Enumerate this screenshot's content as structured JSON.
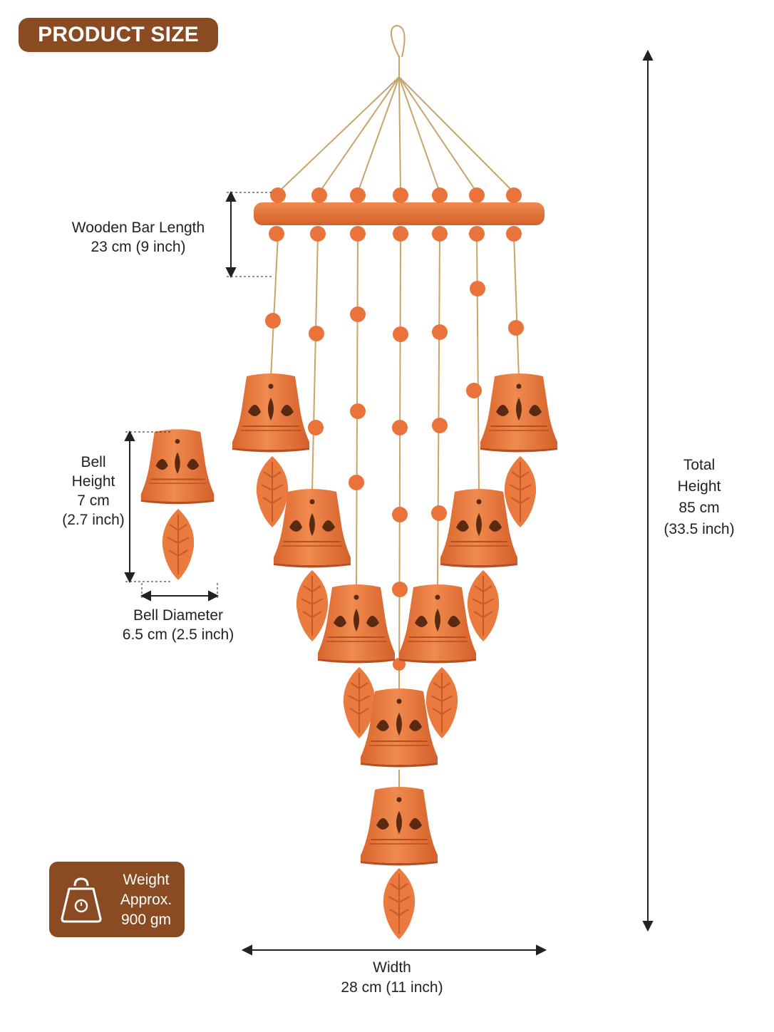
{
  "header": {
    "badge": "PRODUCT SIZE"
  },
  "dimensions": {
    "wooden_bar": {
      "line1": "Wooden Bar Length",
      "line2": "23 cm (9 inch)"
    },
    "bell_height": {
      "line1": "Bell",
      "line2": "Height",
      "line3": "7 cm",
      "line4": "(2.7 inch)"
    },
    "bell_diameter": {
      "line1": "Bell Diameter",
      "line2": "6.5 cm (2.5 inch)"
    },
    "total_height": {
      "line1": "Total",
      "line2": "Height",
      "line3": "85 cm",
      "line4": "(33.5 inch)"
    },
    "width": {
      "line1": "Width",
      "line2": "28 cm (11 inch)"
    }
  },
  "weight": {
    "line1": "Weight",
    "line2": "Approx.",
    "line3": "900 gm",
    "icon": "weight-icon"
  },
  "colors": {
    "brand_brown": "#8a4b22",
    "terracotta": "#ea7a3d",
    "twine": "#c9a46a"
  }
}
